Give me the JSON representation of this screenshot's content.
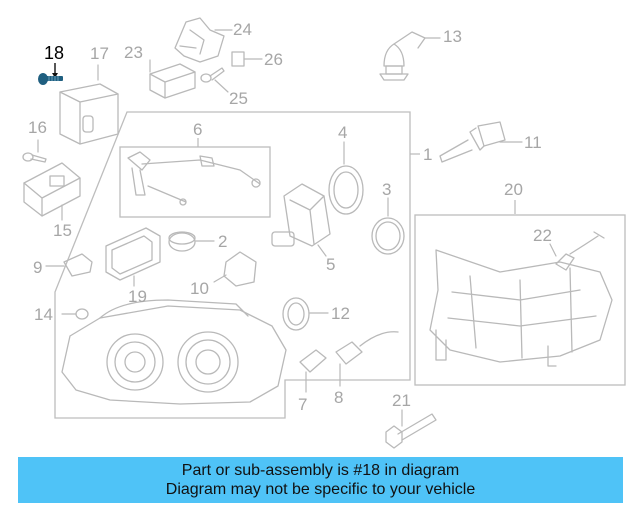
{
  "callouts": {
    "c1": "1",
    "c2": "2",
    "c3": "3",
    "c4": "4",
    "c5": "5",
    "c6": "6",
    "c7": "7",
    "c8": "8",
    "c9": "9",
    "c10": "10",
    "c11": "11",
    "c12": "12",
    "c13": "13",
    "c14": "14",
    "c15": "15",
    "c16": "16",
    "c17": "17",
    "c18": "18",
    "c19": "19",
    "c20": "20",
    "c21": "21",
    "c22": "22",
    "c23": "23",
    "c24": "24",
    "c25": "25",
    "c26": "26"
  },
  "highlighted_part": "18",
  "banner": {
    "line1": "Part or sub-assembly is #18 in diagram",
    "line2": "Diagram may not be specific to your vehicle"
  },
  "colors": {
    "banner_bg": "#4fc3f7",
    "part_line": "#b9b9b9",
    "highlight_part": "#1f5f80"
  }
}
